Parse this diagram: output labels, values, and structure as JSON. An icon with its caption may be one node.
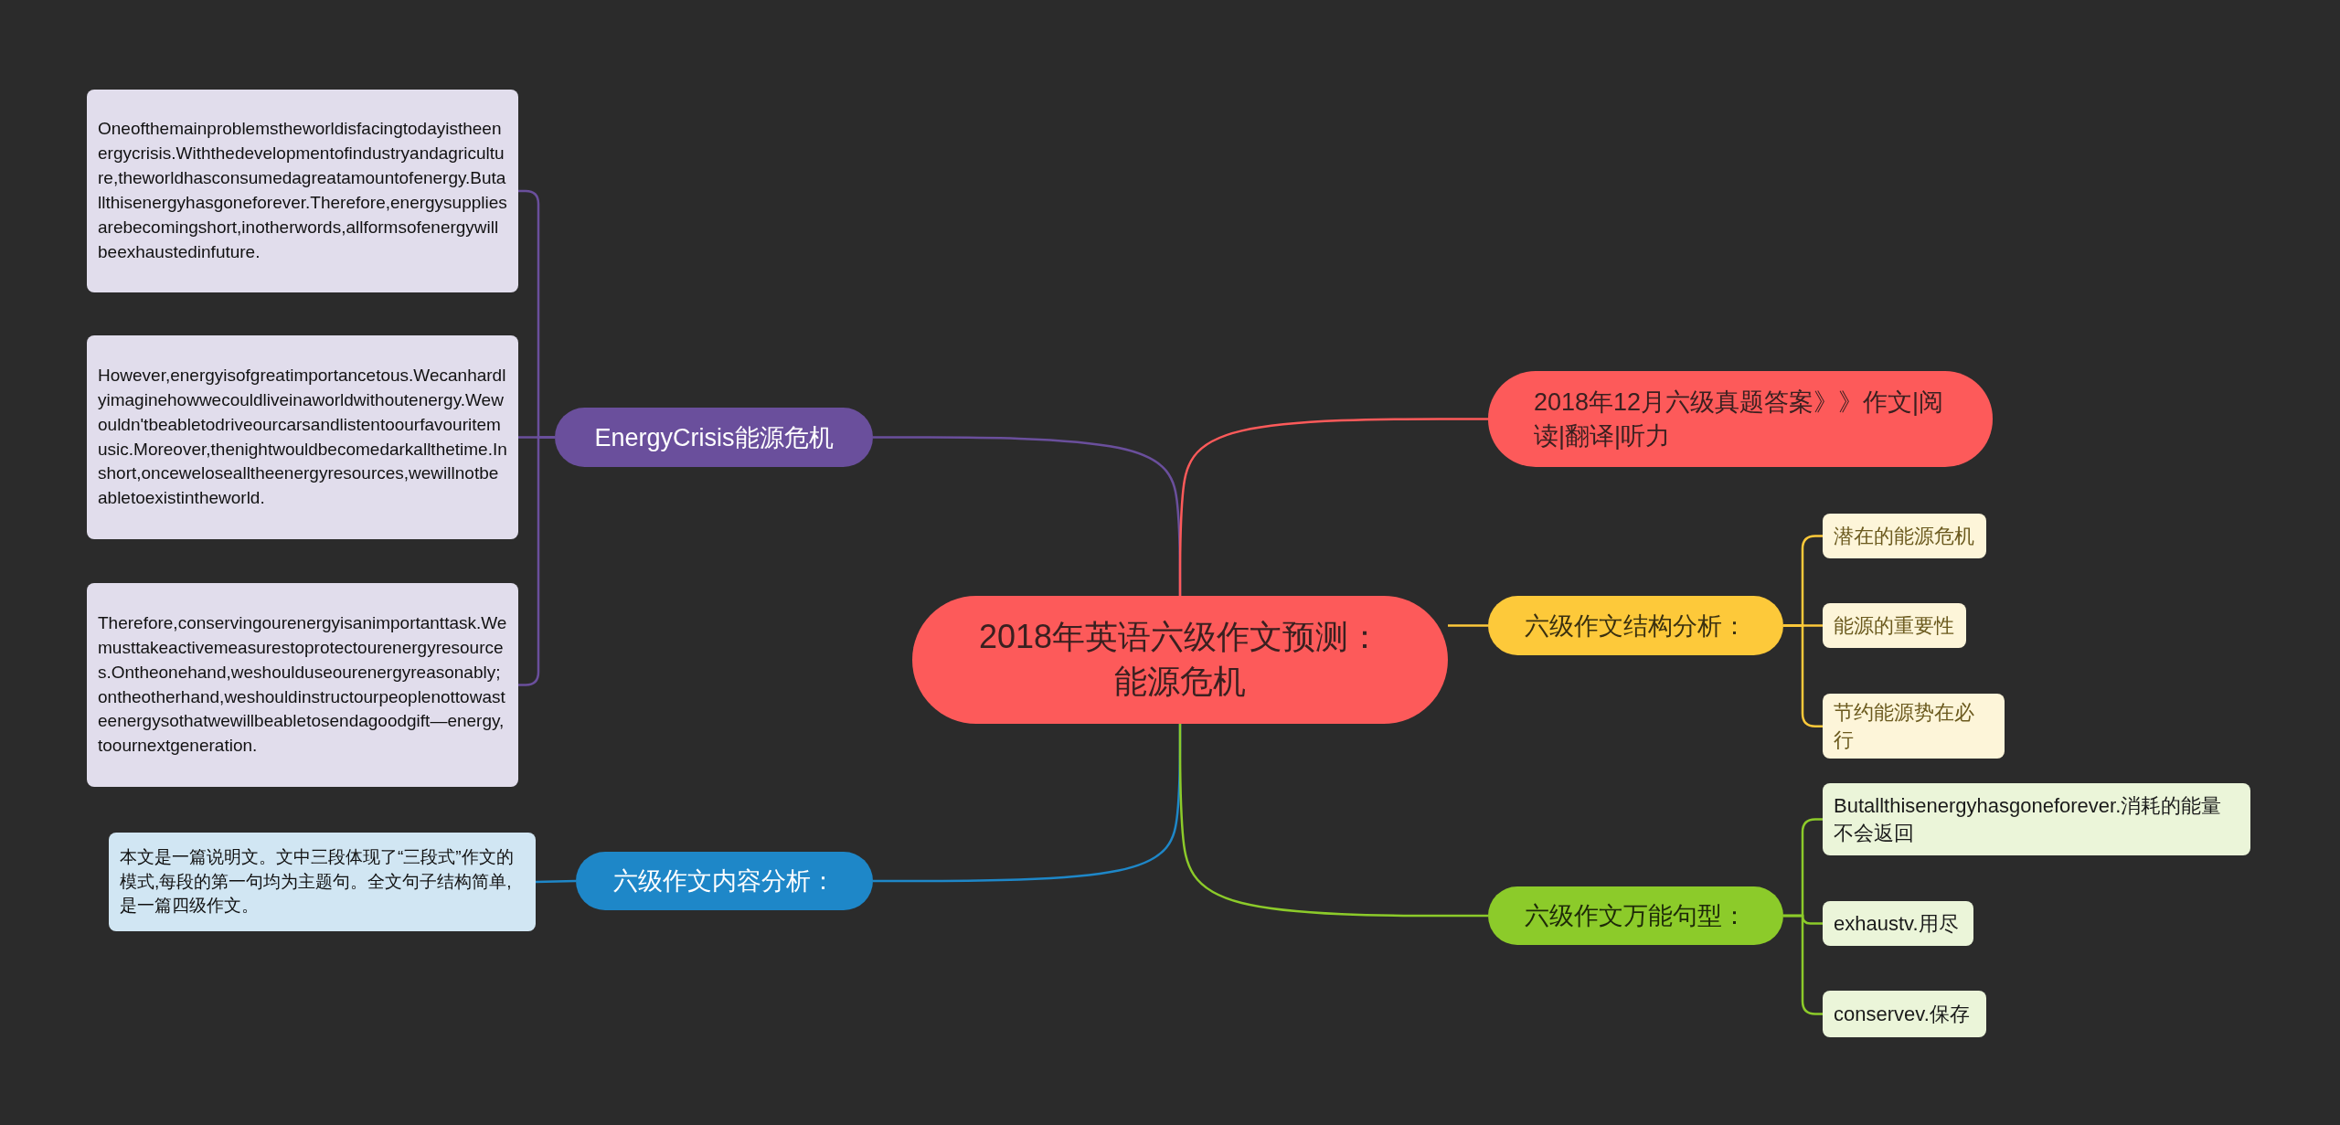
{
  "diagram": {
    "nodes": [
      {
        "text": [
          "2018年英语六级作文预测：能源危机"
        ]
      },
      {
        "text": [
          "EnergyCrisis能源危机"
        ]
      },
      {
        "text": [
          "Oneofthemainproblemstheworldisfacingtodayistheenergycrisis.Withthedevelopmentofindustryandagriculture,theworldhasconsumedagreatamountofenergy.Butallthisenergyhasgoneforever.Therefore,energysuppliesarebecomingshort,inotherwords,allformsofenergywillbeexhaustedinfuture."
        ]
      },
      {
        "text": [
          "However,energyisofgreatimportancetous.Wecanhardlyimaginehowwecouldliveinaworldwithoutenergy.Wewouldn'tbeabletodriveourcarsandlistentoourfavouritemusic.Moreover,thenightwouldbecomedarkallthetime.Inshort,oncewelosealltheenergyresources,wewillnotbeabletoexistintheworld."
        ]
      },
      {
        "text": [
          "Therefore,conservingourenergyisanimportanttask.Wemusttakeactivemeasurestoprotectourenergyresources.Ontheonehand,weshoulduseourenergyreasonably;ontheotherhand,weshouldinstructourpeoplenottowasteenergysothatwewillbeabletosendagoodgift—energy,toournextgeneration."
        ]
      },
      {
        "text": [
          "六级作文内容分析："
        ]
      },
      {
        "text": [
          "本文是一篇说明文。文中三段体现了“三段式”作文的模式,每段的第一句均为主题句。全文句子结构简单,是一篇四级作文。"
        ]
      },
      {
        "text": [
          "2018年12月六级真题答案》》作文|阅读|翻译|听力"
        ]
      },
      {
        "text": [
          "六级作文结构分析："
        ]
      },
      {
        "text": [
          "潜在的能源危机"
        ]
      },
      {
        "text": [
          "能源的重要性"
        ]
      },
      {
        "text": [
          "节约能源势在必行"
        ]
      },
      {
        "text": [
          "六级作文万能句型："
        ]
      },
      {
        "text": [
          "Butallthisenergyhasgoneforever.消耗的能量不会返回"
        ]
      },
      {
        "text": [
          "exhaustv.用尽"
        ]
      },
      {
        "text": [
          "conservev.保存"
        ]
      }
    ],
    "edges": [
      {
        "from": 0,
        "to": 1,
        "arrow": "none",
        "color": "#6a4f9c"
      },
      {
        "from": 1,
        "to": 2,
        "arrow": "none",
        "color": "#6a4f9c"
      },
      {
        "from": 1,
        "to": 3,
        "arrow": "none",
        "color": "#6a4f9c"
      },
      {
        "from": 1,
        "to": 4,
        "arrow": "none",
        "color": "#6a4f9c"
      },
      {
        "from": 0,
        "to": 5,
        "arrow": "none",
        "color": "#1e87c8"
      },
      {
        "from": 5,
        "to": 6,
        "arrow": "none",
        "color": "#1e87c8"
      },
      {
        "from": 0,
        "to": 7,
        "arrow": "none",
        "color": "#fd5a5a"
      },
      {
        "from": 0,
        "to": 8,
        "arrow": "none",
        "color": "#fdc93a"
      },
      {
        "from": 8,
        "to": 9,
        "arrow": "none",
        "color": "#fdc93a"
      },
      {
        "from": 8,
        "to": 10,
        "arrow": "none",
        "color": "#fdc93a"
      },
      {
        "from": 8,
        "to": 11,
        "arrow": "none",
        "color": "#fdc93a"
      },
      {
        "from": 0,
        "to": 12,
        "arrow": "none",
        "color": "#8ccb2a"
      },
      {
        "from": 12,
        "to": 13,
        "arrow": "none",
        "color": "#8ccb2a"
      },
      {
        "from": 12,
        "to": 14,
        "arrow": "none",
        "color": "#8ccb2a"
      },
      {
        "from": 12,
        "to": 15,
        "arrow": "none",
        "color": "#8ccb2a"
      }
    ]
  }
}
